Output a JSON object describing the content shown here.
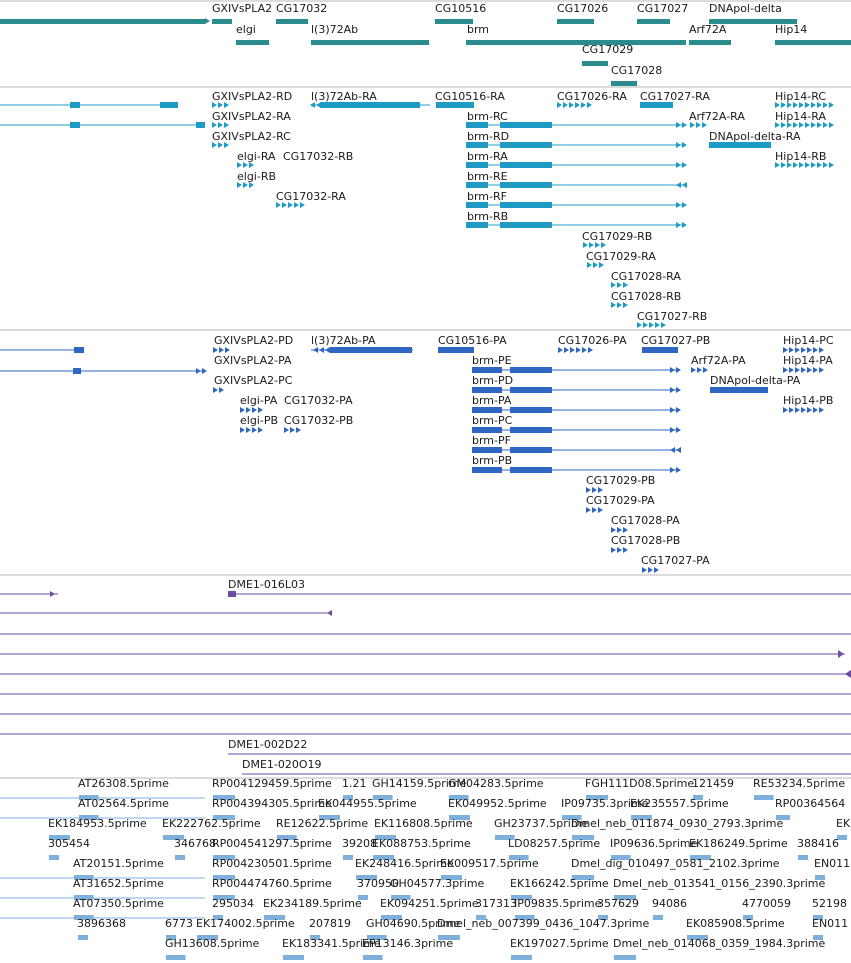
{
  "colors": {
    "genes": "#2a8c8c",
    "transcripts": "#1e9bc4",
    "proteins": "#2f66c4",
    "cdna": "#6b4aa0",
    "est": "#7fb0dc",
    "divider": "#b8b8b8",
    "label": "#1a1a1a"
  },
  "tracks": {
    "genes": {
      "labels": [
        "GXIVsPLA2",
        "CG17032",
        "CG10516",
        "CG17026",
        "CG17027",
        "DNApol-delta",
        "elgi",
        "l(3)72Ab",
        "brm",
        "Arf72A",
        "Hip14",
        "CG17029",
        "CG17028"
      ]
    },
    "transcripts": {
      "labels": [
        "GXIVsPLA2-RD",
        "l(3)72Ab-RA",
        "CG10516-RA",
        "CG17026-RA",
        "CG17027-RA",
        "Hip14-RC",
        "GXIVsPLA2-RA",
        "Arf72A-RA",
        "Hip14-RA",
        "GXIVsPLA2-RC",
        "brm-RC",
        "DNApol-delta-RA",
        "brm-RD",
        "elgi-RA",
        "CG17032-RB",
        "Hip14-RB",
        "brm-RA",
        "elgi-RB",
        "brm-RE",
        "CG17032-RA",
        "brm-RF",
        "brm-RB",
        "CG17029-RB",
        "CG17029-RA",
        "CG17028-RA",
        "CG17028-RB",
        "CG17027-RB"
      ]
    },
    "proteins": {
      "labels": [
        "GXIVsPLA2-PD",
        "l(3)72Ab-PA",
        "CG10516-PA",
        "CG17026-PA",
        "CG17027-PB",
        "Hip14-PC",
        "GXIVsPLA2-PA",
        "brm-PE",
        "Arf72A-PA",
        "Hip14-PA",
        "GXIVsPLA2-PC",
        "brm-PD",
        "DNApol-delta-PA",
        "elgi-PA",
        "CG17032-PA",
        "brm-PA",
        "Hip14-PB",
        "elgi-PB",
        "CG17032-PB",
        "brm-PC",
        "brm-PF",
        "brm-PB",
        "CG17029-PB",
        "CG17029-PA",
        "CG17028-PA",
        "CG17028-PB",
        "CG17027-PA"
      ]
    },
    "cdna": {
      "labels": [
        "DME1-016L03",
        "DME1-002D22",
        "DME1-020O19"
      ]
    },
    "est": {
      "labels": [
        "AT26308.5prime",
        "RP004129459.5prime",
        "1.21",
        "GH14159.5prime",
        "GM04283.5prime",
        "FGH111D08.5prime",
        "121459",
        "RE53234.5prime",
        "AT02564.5prime",
        "RP004394305.5prime",
        "EK044955.5prime",
        "EK049952.5prime",
        "IP09735.3prime",
        "EK235557.5prime",
        "RP00364564",
        "EK184953.5prime",
        "EK222762.5prime",
        "RE12622.5prime",
        "EK116808.5prime",
        "GH23737.5prime",
        "Dmel_neb_011874_0930_2793.3prime",
        "EK",
        "305454",
        "346768",
        "RP004541297.5prime",
        "39208",
        "EK088753.5prime",
        "LD08257.5prime",
        "IP09636.5prime",
        "EK186249.5prime",
        "388416",
        "AT20151.5prime",
        "RP004230501.5prime",
        "EK248416.5prime",
        "EK009517.5prime",
        "Dmel_dig_010497_0581_2102.3prime",
        "EN011",
        "AT31652.5prime",
        "RP004474760.5prime",
        "370950",
        "GH04577.3prime",
        "EK166242.5prime",
        "Dmel_neb_013541_0156_2390.3prime",
        "AT07350.5prime",
        "295034",
        "EK234189.5prime",
        "EK094251.5prime",
        "317313",
        "IP09835.5prime",
        "357629",
        "94086",
        "4770059",
        "52198",
        "3896368",
        "6773",
        "EK174002.5prime",
        "207819",
        "GH04690.5prime",
        "Dmel_neb_007399_0436_1047.3prime",
        "EK085908.5prime",
        "EN011",
        "GH13608.5prime",
        "EK183341.5prime",
        "EP13146.3prime",
        "EK197027.5prime",
        "Dmel_neb_014068_0359_1984.3prime"
      ]
    }
  }
}
